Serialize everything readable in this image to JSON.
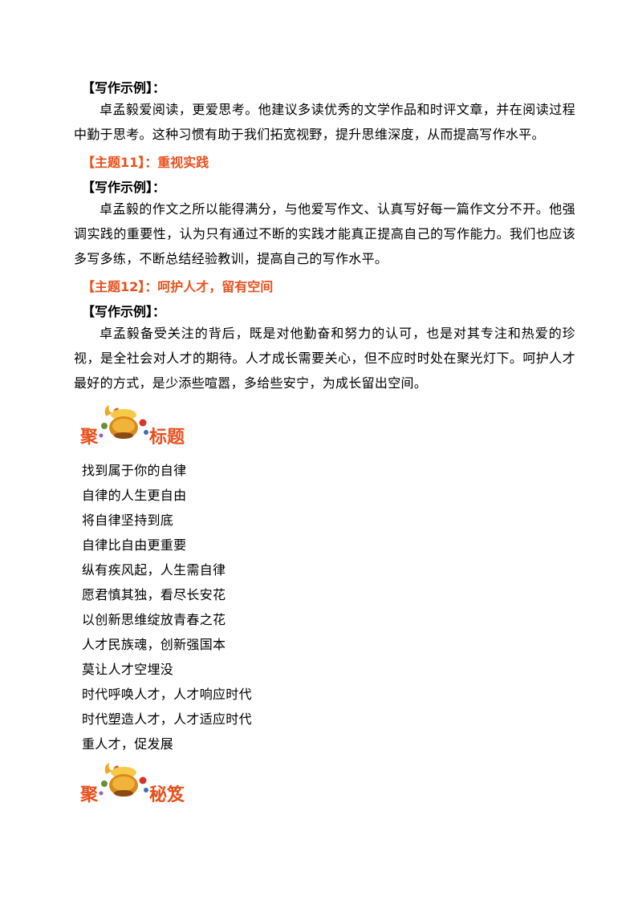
{
  "sections": [
    {
      "label": "【写作示例】：",
      "paragraph": "卓孟毅爱阅读，更爱思考。他建议多读优秀的文学作品和时评文章，并在阅读过程中勤于思考。这种习惯有助于我们拓宽视野，提升思维深度，从而提高写作水平。"
    },
    {
      "theme": "【主题11】：重视实践",
      "label": "【写作示例】：",
      "paragraph": "卓孟毅的作文之所以能得满分，与他爱写作文、认真写好每一篇作文分不开。他强调实践的重要性，认为只有通过不断的实践才能真正提高自己的写作能力。我们也应该多写多练，不断总结经验教训，提高自己的写作水平。"
    },
    {
      "theme": "【主题12】：呵护人才，留有空间",
      "label": "【写作示例】：",
      "paragraph": "卓孟毅备受关注的背后，既是对他勤奋和努力的认可，也是对其专注和热爱的珍视，是全社会对人才的期待。人才成长需要关心，但不应时时处在聚光灯下。呵护人才最好的方式，是少添些喧嚣，多给些安宁，为成长留出空间。"
    }
  ],
  "headings": {
    "titles": {
      "char1": "聚",
      "char2": "标题",
      "icon": "treasure-pot-icon"
    },
    "tips": {
      "char1": "聚",
      "char2": "秘笈",
      "icon": "treasure-pot-icon"
    }
  },
  "title_list": [
    "找到属于你的自律",
    "自律的人生更自由",
    "将自律坚持到底",
    "自律比自由更重要",
    "纵有疾风起，人生需自律",
    "愿君慎其独，看尽长安花",
    "以创新思维绽放青春之花",
    "人才民族魂，创新强国本",
    "莫让人才空埋没",
    "时代呼唤人才，人才响应时代",
    "时代塑造人才，人才适应时代",
    "重人才，促发展"
  ],
  "colors": {
    "accent": "#e8501e",
    "text": "#000000"
  }
}
